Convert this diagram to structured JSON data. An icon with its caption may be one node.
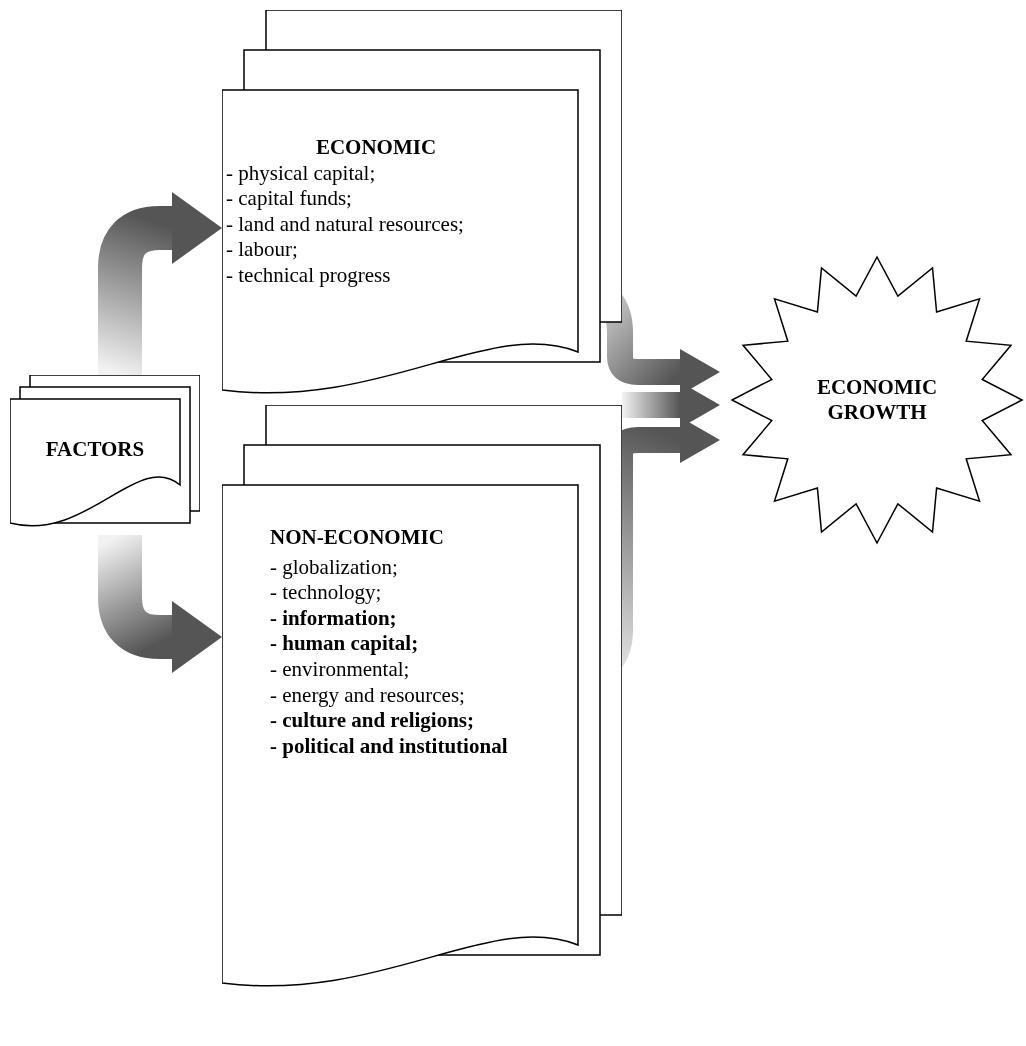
{
  "diagram": {
    "nodes": [
      {
        "text": [
          "FACTORS"
        ]
      },
      {
        "text": [
          "ECONOMIC",
          "- physical capital;",
          "- capital funds;",
          "- land and natural resources;",
          "- labour;",
          "- technical progress"
        ]
      },
      {
        "text": [
          "NON-ECONOMIC",
          "- globalization;",
          "- technology;",
          "**- information;**",
          "**- human capital;**",
          "- environmental;",
          "- energy and resources;",
          "**- culture and religions;**",
          "**- political and institutional**"
        ]
      },
      {
        "text": [
          "ECONOMIC GROWTH"
        ]
      }
    ],
    "edges": [
      {
        "from": 0,
        "to": 1,
        "arrow": "to"
      },
      {
        "from": 0,
        "to": 2,
        "arrow": "to"
      },
      {
        "from": 1,
        "to": 3,
        "arrow": "to"
      },
      {
        "from": 2,
        "to": 3,
        "arrow": "to"
      },
      {
        "from": 2,
        "to": 3,
        "arrow": "to"
      }
    ]
  }
}
